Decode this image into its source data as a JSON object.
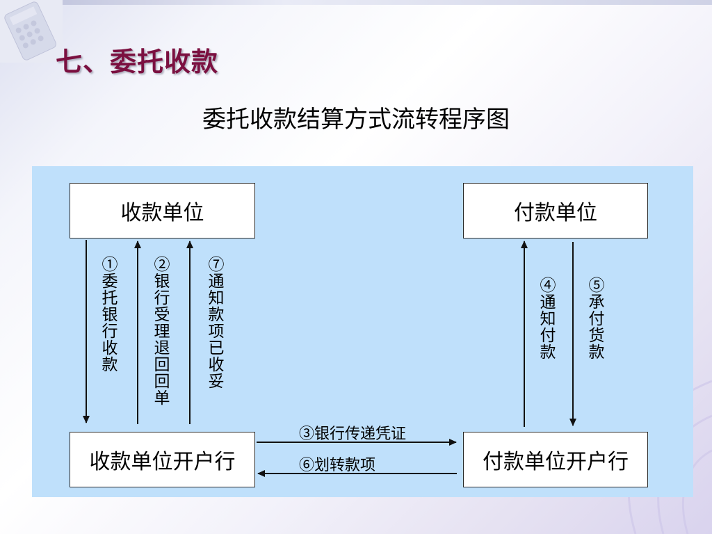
{
  "slide": {
    "title": "七、委托收款",
    "diagram_title": "委托收款结算方式流转程序图"
  },
  "nodes": {
    "payee": "收款单位",
    "payer": "付款单位",
    "payee_bank": "收款单位开户行",
    "payer_bank": "付款单位开户行"
  },
  "flows": {
    "step1": "①委托银行收款",
    "step2": "②银行受理退回回单",
    "step3": "③银行传递凭证",
    "step4": "④通知付款",
    "step5": "⑤承付货款",
    "step6": "⑥划转款项",
    "step7": "⑦通知款项已收妥"
  }
}
